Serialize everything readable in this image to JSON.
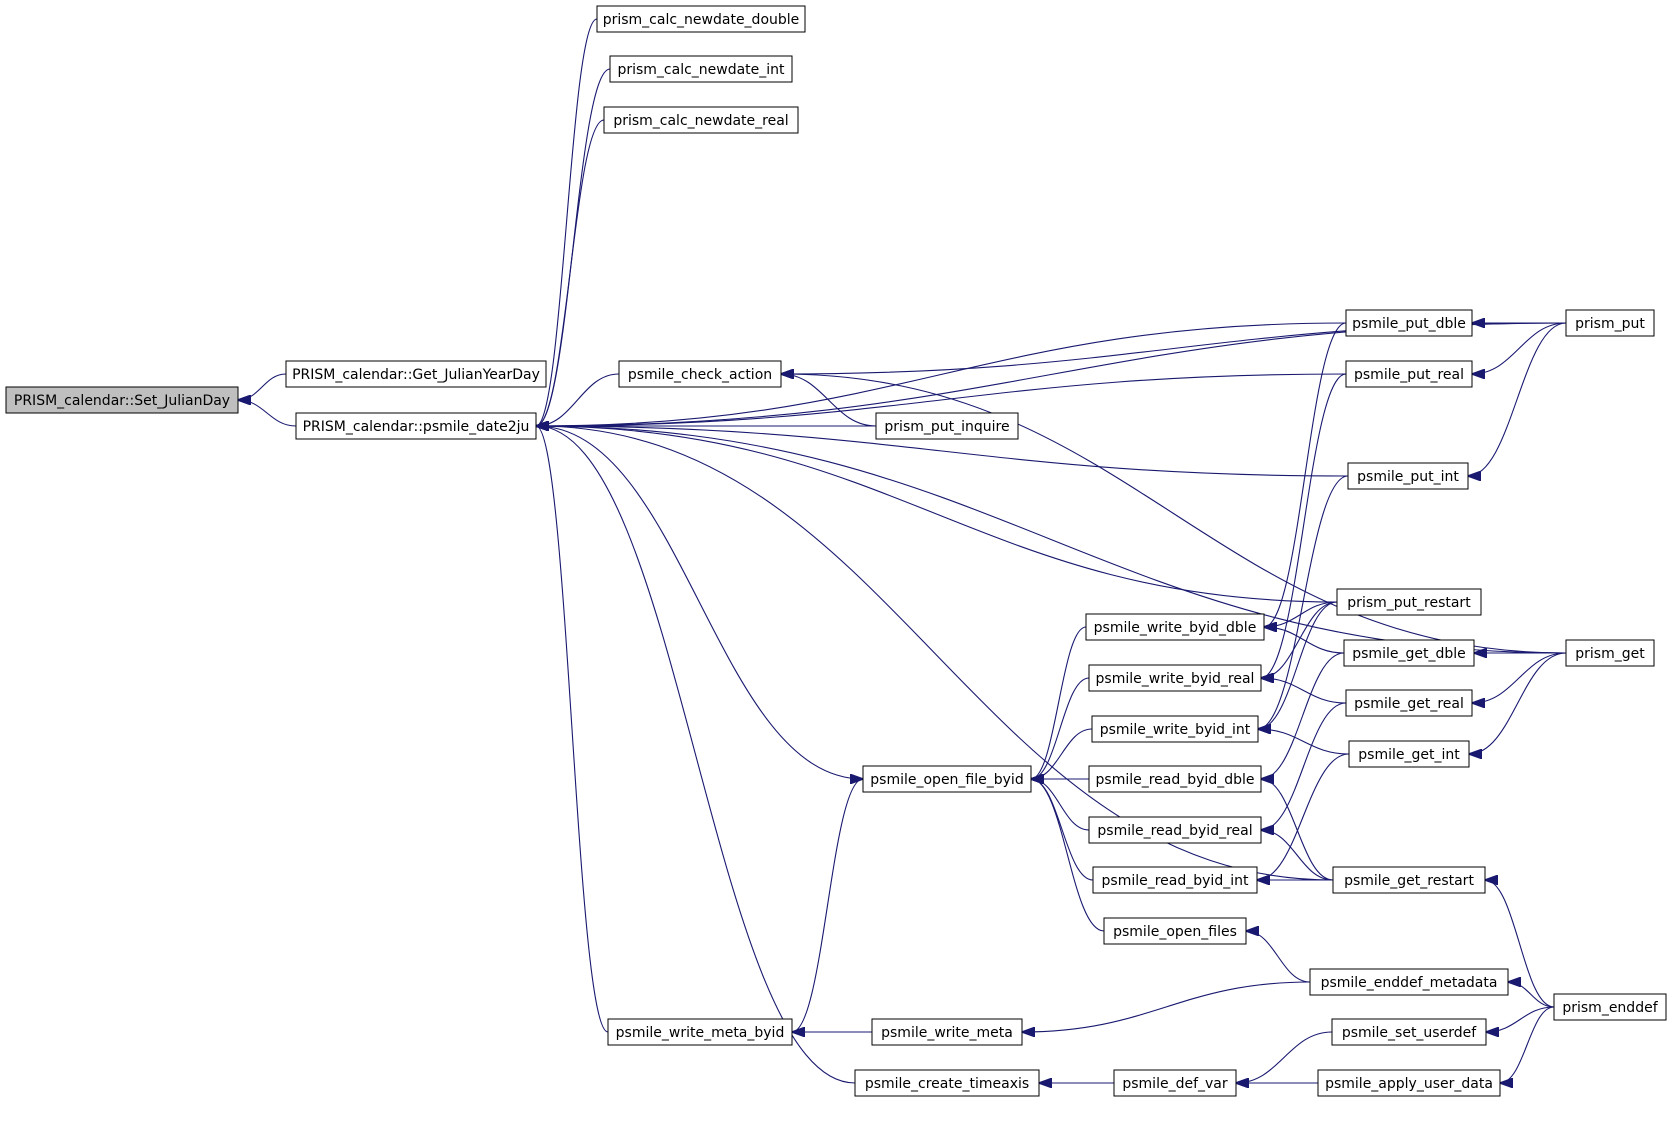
{
  "graph": {
    "kind": "caller graph",
    "colors": {
      "edge": "#191970",
      "node_fill": "#ffffff",
      "root_fill": "#bfbfbf",
      "node_border": "#000000"
    },
    "nodes": [
      {
        "id": "set_julianday",
        "label": "PRISM_calendar::Set_JulianDay",
        "root": true
      },
      {
        "id": "get_julianyearday",
        "label": "PRISM_calendar::Get_JulianYearDay"
      },
      {
        "id": "psmile_date2ju",
        "label": "PRISM_calendar::psmile_date2ju"
      },
      {
        "id": "prism_calc_newdate_double",
        "label": "prism_calc_newdate_double"
      },
      {
        "id": "prism_calc_newdate_int",
        "label": "prism_calc_newdate_int"
      },
      {
        "id": "prism_calc_newdate_real",
        "label": "prism_calc_newdate_real"
      },
      {
        "id": "psmile_check_action",
        "label": "psmile_check_action"
      },
      {
        "id": "prism_put_inquire",
        "label": "prism_put_inquire"
      },
      {
        "id": "psmile_put_dble",
        "label": "psmile_put_dble"
      },
      {
        "id": "psmile_put_real",
        "label": "psmile_put_real"
      },
      {
        "id": "psmile_put_int",
        "label": "psmile_put_int"
      },
      {
        "id": "prism_put",
        "label": "prism_put"
      },
      {
        "id": "prism_put_restart",
        "label": "prism_put_restart"
      },
      {
        "id": "psmile_write_byid_dble",
        "label": "psmile_write_byid_dble"
      },
      {
        "id": "psmile_write_byid_real",
        "label": "psmile_write_byid_real"
      },
      {
        "id": "psmile_write_byid_int",
        "label": "psmile_write_byid_int"
      },
      {
        "id": "psmile_read_byid_dble",
        "label": "psmile_read_byid_dble"
      },
      {
        "id": "psmile_read_byid_real",
        "label": "psmile_read_byid_real"
      },
      {
        "id": "psmile_read_byid_int",
        "label": "psmile_read_byid_int"
      },
      {
        "id": "psmile_open_files",
        "label": "psmile_open_files"
      },
      {
        "id": "psmile_open_file_byid",
        "label": "psmile_open_file_byid"
      },
      {
        "id": "psmile_get_dble",
        "label": "psmile_get_dble"
      },
      {
        "id": "psmile_get_real",
        "label": "psmile_get_real"
      },
      {
        "id": "psmile_get_int",
        "label": "psmile_get_int"
      },
      {
        "id": "prism_get",
        "label": "prism_get"
      },
      {
        "id": "psmile_get_restart",
        "label": "psmile_get_restart"
      },
      {
        "id": "psmile_enddef_metadata",
        "label": "psmile_enddef_metadata"
      },
      {
        "id": "prism_enddef",
        "label": "prism_enddef"
      },
      {
        "id": "psmile_write_meta_byid",
        "label": "psmile_write_meta_byid"
      },
      {
        "id": "psmile_write_meta",
        "label": "psmile_write_meta"
      },
      {
        "id": "psmile_set_userdef",
        "label": "psmile_set_userdef"
      },
      {
        "id": "psmile_create_timeaxis",
        "label": "psmile_create_timeaxis"
      },
      {
        "id": "psmile_def_var",
        "label": "psmile_def_var"
      },
      {
        "id": "psmile_apply_user_data",
        "label": "psmile_apply_user_data"
      }
    ],
    "edges": [
      {
        "from": "get_julianyearday",
        "to": "set_julianday"
      },
      {
        "from": "psmile_date2ju",
        "to": "set_julianday"
      },
      {
        "from": "prism_calc_newdate_double",
        "to": "psmile_date2ju"
      },
      {
        "from": "prism_calc_newdate_int",
        "to": "psmile_date2ju"
      },
      {
        "from": "prism_calc_newdate_real",
        "to": "psmile_date2ju"
      },
      {
        "from": "prism_put",
        "to": "psmile_date2ju"
      },
      {
        "from": "psmile_put_dble",
        "to": "psmile_date2ju"
      },
      {
        "from": "psmile_put_real",
        "to": "psmile_date2ju"
      },
      {
        "from": "psmile_check_action",
        "to": "psmile_date2ju"
      },
      {
        "from": "prism_put_inquire",
        "to": "psmile_date2ju"
      },
      {
        "from": "psmile_put_int",
        "to": "psmile_date2ju"
      },
      {
        "from": "prism_get",
        "to": "psmile_date2ju"
      },
      {
        "from": "prism_put_restart",
        "to": "psmile_date2ju"
      },
      {
        "from": "psmile_open_file_byid",
        "to": "psmile_date2ju"
      },
      {
        "from": "psmile_get_restart",
        "to": "psmile_date2ju"
      },
      {
        "from": "psmile_write_meta_byid",
        "to": "psmile_date2ju"
      },
      {
        "from": "psmile_create_timeaxis",
        "to": "psmile_date2ju"
      },
      {
        "from": "prism_put",
        "to": "psmile_check_action"
      },
      {
        "from": "prism_put_inquire",
        "to": "psmile_check_action"
      },
      {
        "from": "prism_get",
        "to": "psmile_check_action"
      },
      {
        "from": "prism_put",
        "to": "psmile_put_dble"
      },
      {
        "from": "prism_put",
        "to": "psmile_put_real"
      },
      {
        "from": "prism_put",
        "to": "psmile_put_int"
      },
      {
        "from": "psmile_put_dble",
        "to": "psmile_write_byid_dble"
      },
      {
        "from": "prism_put_restart",
        "to": "psmile_write_byid_dble"
      },
      {
        "from": "psmile_get_dble",
        "to": "psmile_write_byid_dble"
      },
      {
        "from": "psmile_put_real",
        "to": "psmile_write_byid_real"
      },
      {
        "from": "prism_put_restart",
        "to": "psmile_write_byid_real"
      },
      {
        "from": "psmile_get_real",
        "to": "psmile_write_byid_real"
      },
      {
        "from": "psmile_put_int",
        "to": "psmile_write_byid_int"
      },
      {
        "from": "prism_put_restart",
        "to": "psmile_write_byid_int"
      },
      {
        "from": "psmile_get_int",
        "to": "psmile_write_byid_int"
      },
      {
        "from": "psmile_get_dble",
        "to": "psmile_read_byid_dble"
      },
      {
        "from": "psmile_get_restart",
        "to": "psmile_read_byid_dble"
      },
      {
        "from": "psmile_get_real",
        "to": "psmile_read_byid_real"
      },
      {
        "from": "psmile_get_restart",
        "to": "psmile_read_byid_real"
      },
      {
        "from": "psmile_get_int",
        "to": "psmile_read_byid_int"
      },
      {
        "from": "psmile_get_restart",
        "to": "psmile_read_byid_int"
      },
      {
        "from": "psmile_enddef_metadata",
        "to": "psmile_open_files"
      },
      {
        "from": "psmile_write_byid_dble",
        "to": "psmile_open_file_byid"
      },
      {
        "from": "psmile_write_byid_real",
        "to": "psmile_open_file_byid"
      },
      {
        "from": "psmile_write_byid_int",
        "to": "psmile_open_file_byid"
      },
      {
        "from": "psmile_read_byid_dble",
        "to": "psmile_open_file_byid"
      },
      {
        "from": "psmile_read_byid_real",
        "to": "psmile_open_file_byid"
      },
      {
        "from": "psmile_read_byid_int",
        "to": "psmile_open_file_byid"
      },
      {
        "from": "psmile_open_files",
        "to": "psmile_open_file_byid"
      },
      {
        "from": "psmile_write_meta_byid",
        "to": "psmile_open_file_byid"
      },
      {
        "from": "prism_get",
        "to": "psmile_get_dble"
      },
      {
        "from": "prism_get",
        "to": "psmile_get_real"
      },
      {
        "from": "prism_get",
        "to": "psmile_get_int"
      },
      {
        "from": "prism_enddef",
        "to": "psmile_get_restart"
      },
      {
        "from": "prism_enddef",
        "to": "psmile_enddef_metadata"
      },
      {
        "from": "psmile_write_meta",
        "to": "psmile_write_meta_byid"
      },
      {
        "from": "psmile_enddef_metadata",
        "to": "psmile_write_meta"
      },
      {
        "from": "prism_enddef",
        "to": "psmile_set_userdef"
      },
      {
        "from": "psmile_def_var",
        "to": "psmile_create_timeaxis"
      },
      {
        "from": "psmile_set_userdef",
        "to": "psmile_def_var"
      },
      {
        "from": "psmile_apply_user_data",
        "to": "psmile_def_var"
      },
      {
        "from": "prism_enddef",
        "to": "psmile_apply_user_data"
      }
    ]
  }
}
